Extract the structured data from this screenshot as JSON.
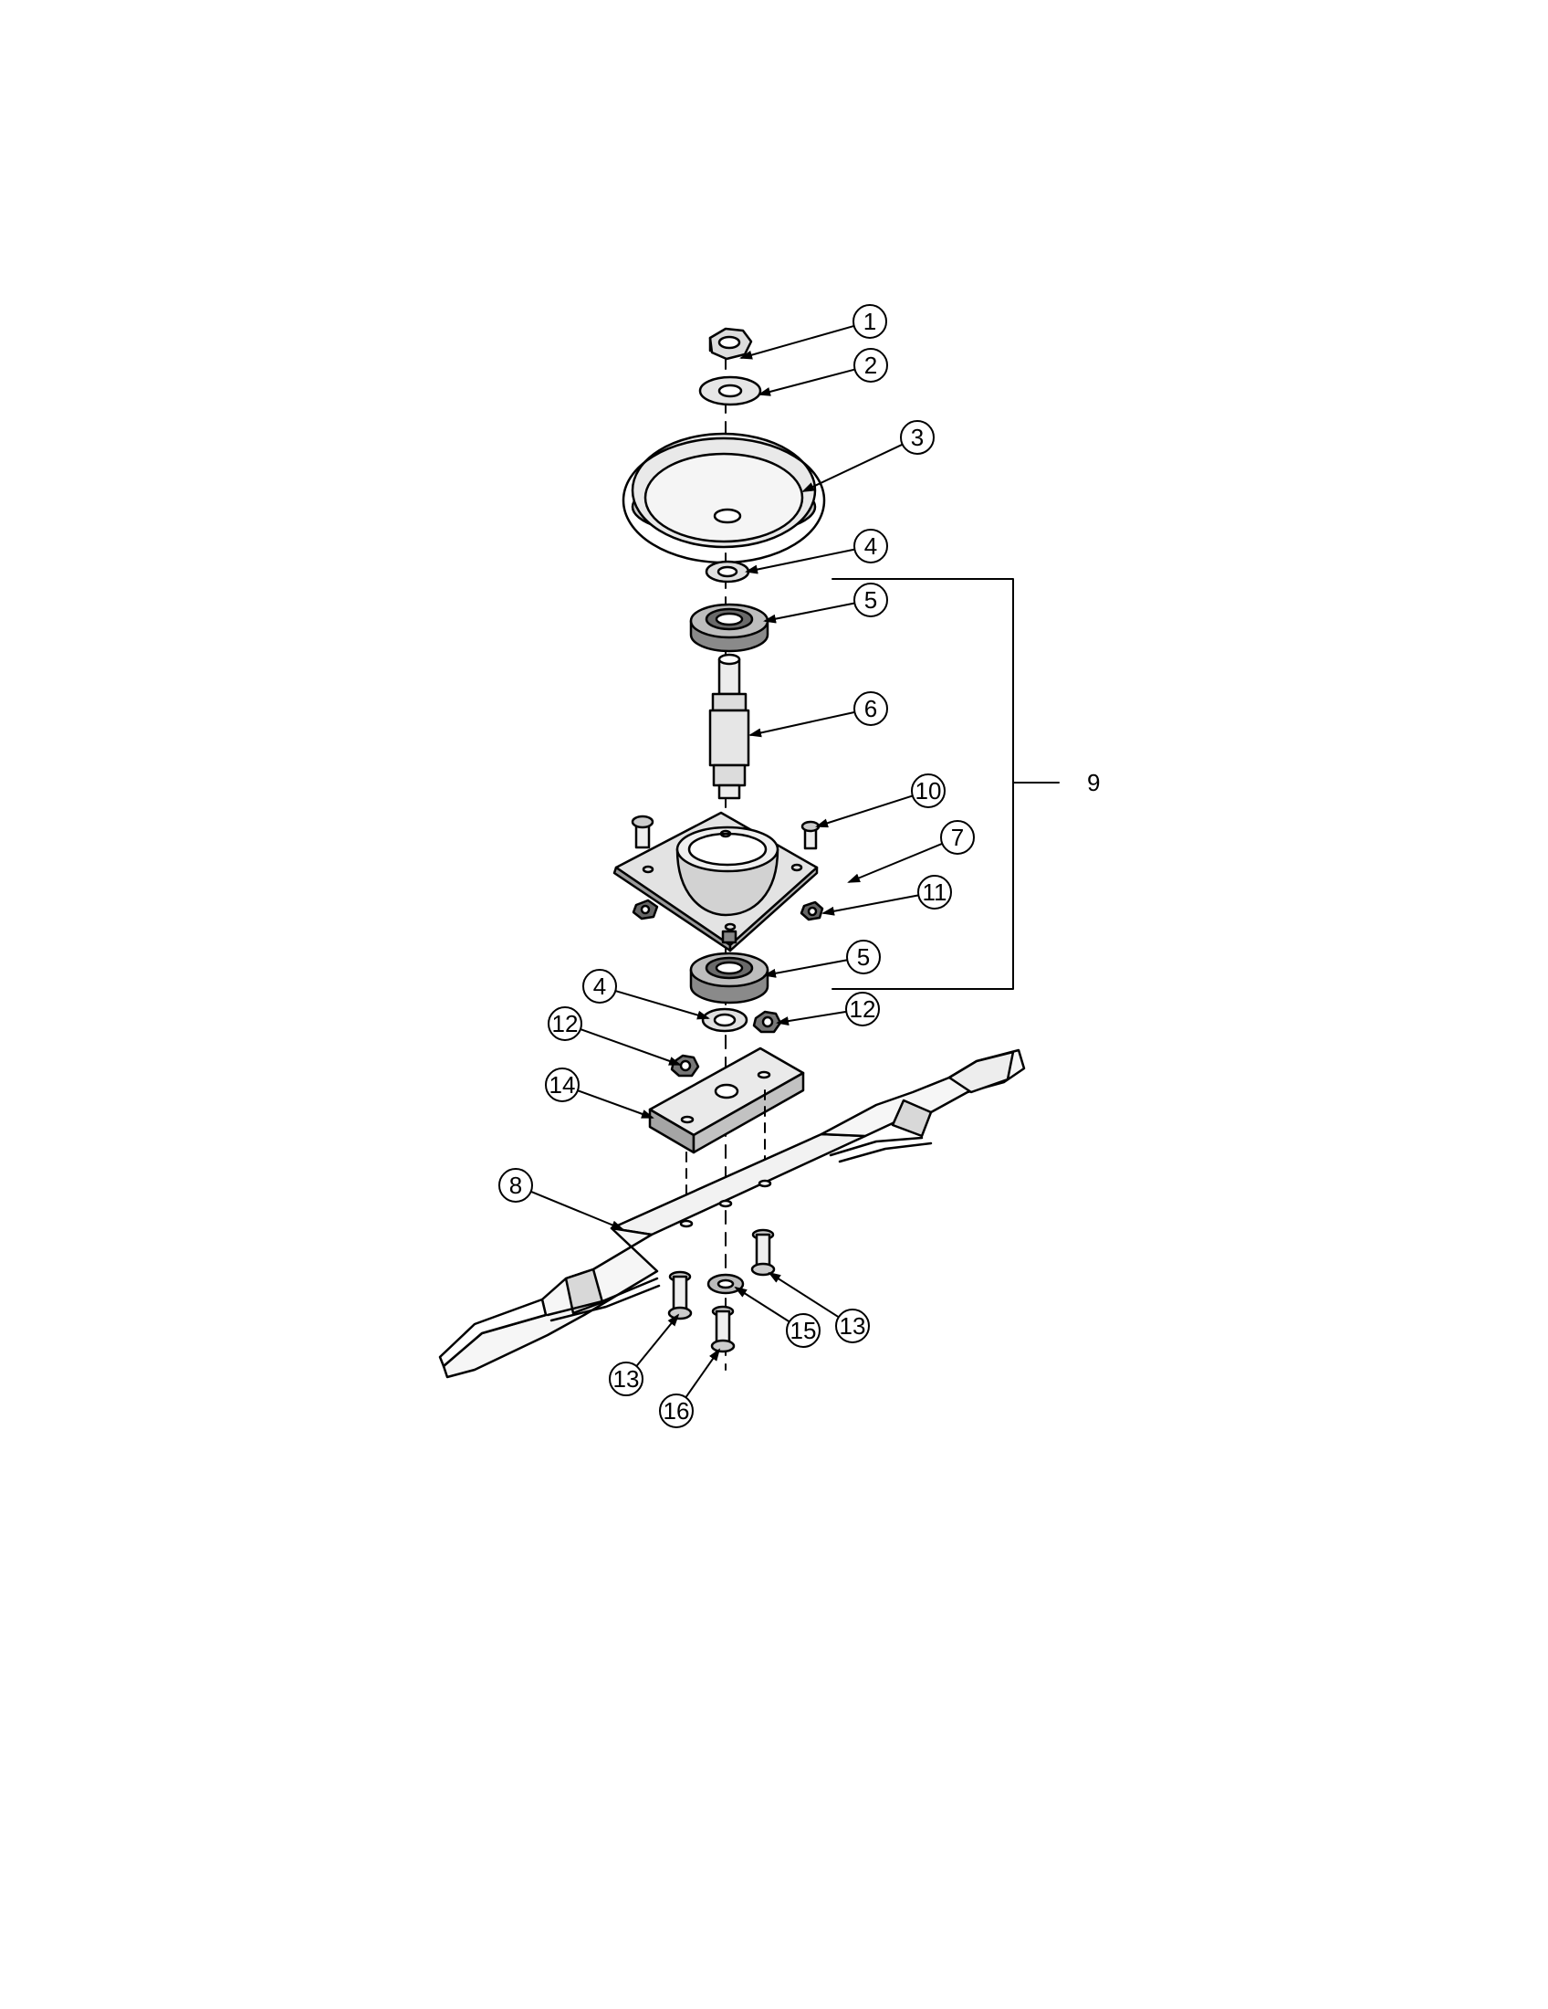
{
  "diagram": {
    "callout_labels": [
      "1",
      "2",
      "3",
      "4",
      "5",
      "6",
      "10",
      "7",
      "11",
      "5",
      "4",
      "12",
      "12",
      "14",
      "8",
      "13",
      "15",
      "13",
      "16"
    ],
    "assembly_label": "9"
  },
  "colors": {
    "ink": "#000000",
    "paper": "#ffffff",
    "shade": "#cfcfcf",
    "dark": "#555555"
  }
}
